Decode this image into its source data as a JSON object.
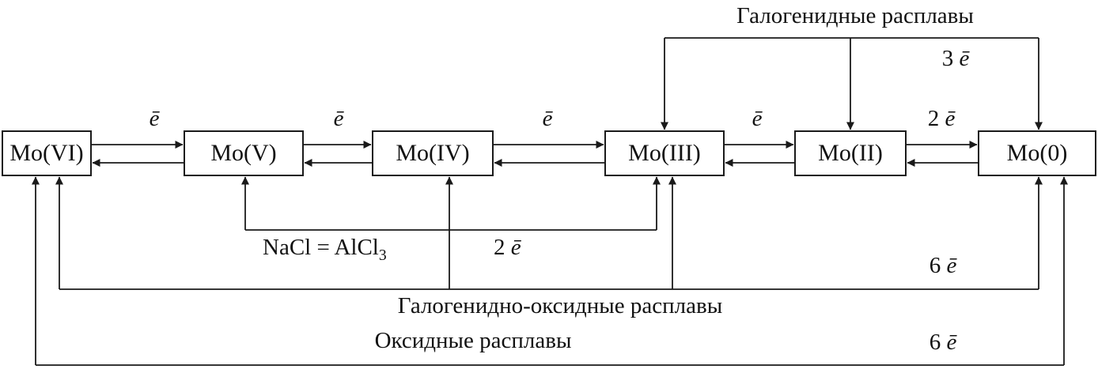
{
  "diagram": {
    "boxes": [
      {
        "label": "Mo(VI)"
      },
      {
        "label": "Mo(V)"
      },
      {
        "label": "Mo(IV)"
      },
      {
        "label": "Mo(III)"
      },
      {
        "label": "Mo(II)"
      },
      {
        "label": "Mo(0)"
      }
    ],
    "interbox_electrons": [
      {
        "num": "",
        "e": "ē"
      },
      {
        "num": "",
        "e": "ē"
      },
      {
        "num": "",
        "e": "ē"
      },
      {
        "num": "",
        "e": "ē"
      },
      {
        "num": "2 ",
        "e": "ē"
      }
    ],
    "halide_melts": {
      "title": "Галогенидные расплавы",
      "electrons_num": "3 ",
      "electrons_e": "ē"
    },
    "nacl_alcl3": {
      "formula_main": "NaCl = AlCl",
      "formula_sub": "3",
      "electrons_num": "2 ",
      "electrons_e": "ē"
    },
    "halide_oxide_melts": {
      "title": "Галогенидно-оксидные расплавы",
      "electrons_num": "6 ",
      "electrons_e": "ē"
    },
    "oxide_melts": {
      "title": "Оксидные расплавы",
      "electrons_num": "6 ",
      "electrons_e": "ē"
    },
    "colors": {
      "line": "#1a1a1a",
      "background": "#ffffff"
    }
  }
}
